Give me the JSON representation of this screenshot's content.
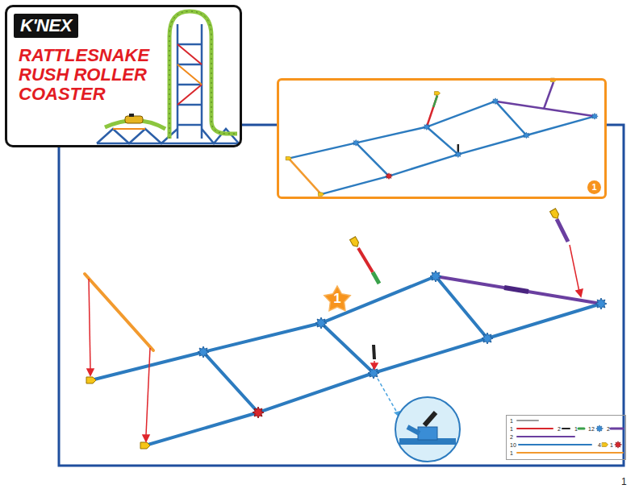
{
  "diagram": {
    "title": "RATTLESNAKE RUSH ROLLER COASTER",
    "nodes": [
      {
        "text": [
          "K'NEX"
        ]
      },
      {
        "text": [
          "1"
        ]
      },
      {
        "text": [
          "1",
          "1",
          "2",
          "1",
          "12",
          "2",
          "2",
          "10",
          "4",
          "1",
          "1"
        ]
      }
    ],
    "labels": [
      "1",
      "1"
    ]
  }
}
